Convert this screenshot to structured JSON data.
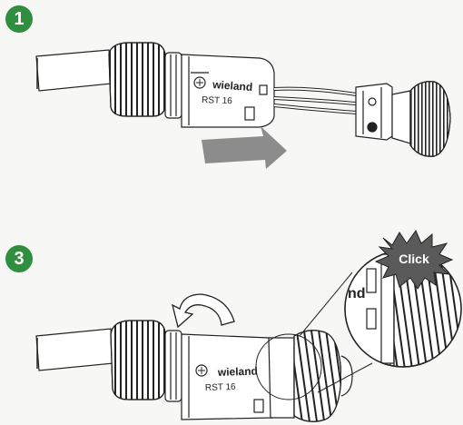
{
  "steps": [
    {
      "number": "1",
      "brand": "wieland",
      "model": "RST 16"
    },
    {
      "number": "3",
      "brand": "wieland",
      "model": "RST 16",
      "callout": "Click"
    }
  ],
  "colors": {
    "badge": "#2f8f3e",
    "arrow": "#8c8c8c",
    "line": "#222222"
  }
}
